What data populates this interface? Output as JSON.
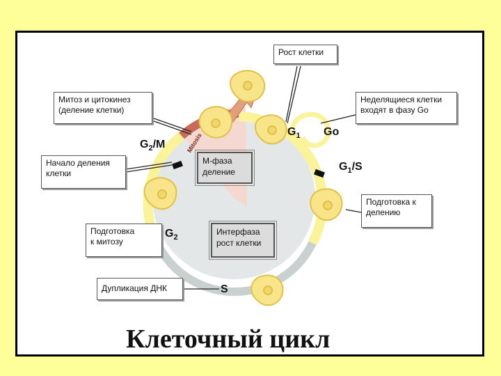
{
  "title": "Клеточный цикл",
  "callouts": {
    "growth": "Рост клетки",
    "mitosis": "Митоз и цитокинез\n(деление клетки)",
    "nondividing": "Неделящиеся клетки\nвходят в фазу Go",
    "division_start": "Начало деления\nклетки",
    "prep_division": "Подготовка к\nделению",
    "prep_mitosis": "Подготовка\nк митозу",
    "dna_dup": "Дупликация ДНК"
  },
  "phase_boxes": {
    "m_phase": "М-фаза\nделение",
    "interphase": "Интерфаза\nрост клетки"
  },
  "labels": {
    "g1": "G",
    "g1_sub": "1",
    "go": "Go",
    "g1s_g": "G",
    "g1s_sub": "1",
    "g1s_rest": "/S",
    "g2m_g": "G",
    "g2m_sub": "2",
    "g2m_rest": "/M",
    "g2": "G",
    "g2_sub": "2",
    "s": "S",
    "mitosis_arc": "Mitosis"
  },
  "colors": {
    "background": "#ffff99",
    "cell_fill": "#f8e58a",
    "cell_stroke": "#e0c048",
    "ring_yellow": "#fbf39a",
    "ring_gray": "#c9d0d0",
    "mitosis_arc": "#c96b5a",
    "pink_sector": "#f6d6cc",
    "circle_inner": "#e3e7e7"
  }
}
